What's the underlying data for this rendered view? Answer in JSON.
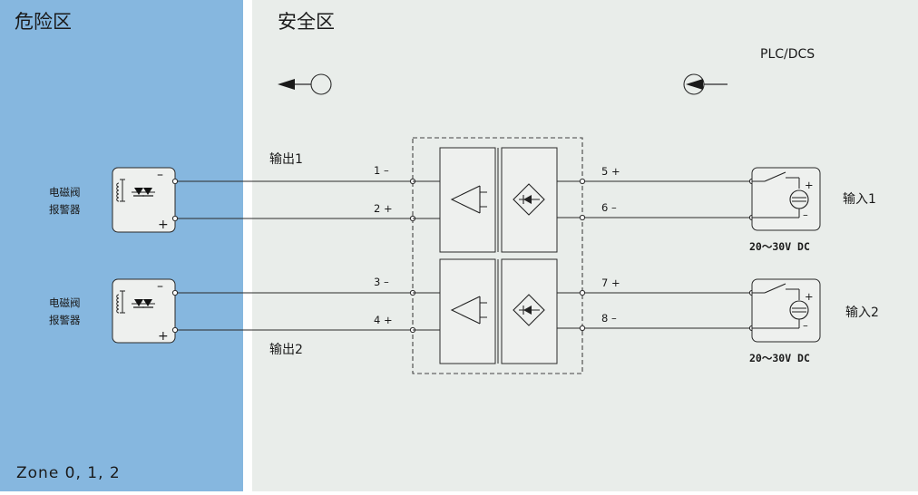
{
  "zones": {
    "hazardous": {
      "title": "危险区",
      "footer": "Zone  0, 1, 2",
      "color": "#86b7df"
    },
    "safe": {
      "title": "安全区",
      "color": "#e9edea"
    }
  },
  "plc_label": "PLC/DCS",
  "channels": [
    {
      "valve_label": [
        "电磁阀",
        "报警器"
      ],
      "output_label": "输出1",
      "terminals_in": [
        "1 –",
        "2 +"
      ],
      "terminals_out": [
        "5 +",
        "6 –"
      ],
      "input_label": "输入1",
      "supply": "20～30V DC"
    },
    {
      "valve_label": [
        "电磁阀",
        "报警器"
      ],
      "output_label": "输出2",
      "terminals_in": [
        "3 –",
        "4 +"
      ],
      "terminals_out": [
        "7 +",
        "8 –"
      ],
      "input_label": "输入2",
      "supply": "20～30V DC"
    }
  ],
  "symbols": {
    "plus": "+",
    "minus": "–"
  },
  "icons": [
    "arrow-left-circle-icon",
    "arrow-into-circle-icon",
    "amplifier-icon",
    "diode-bridge-icon",
    "solenoid-icon",
    "switch-icon",
    "current-source-icon"
  ]
}
